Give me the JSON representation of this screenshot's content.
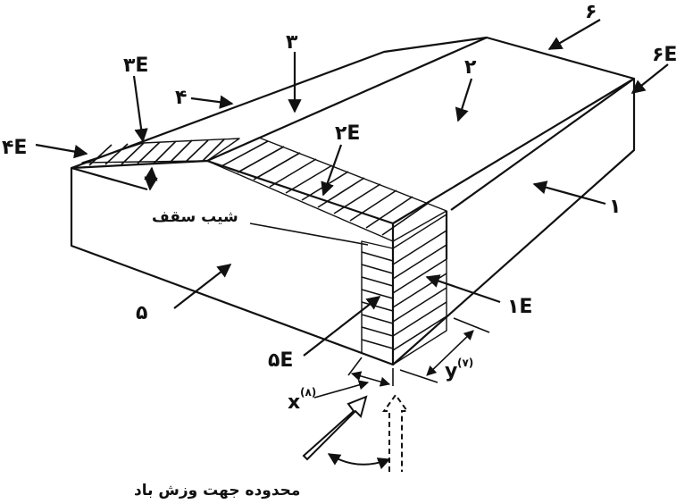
{
  "labels": {
    "wall_1": "۱",
    "roof_2": "۲",
    "roof_3": "۳",
    "gable_4": "۴",
    "gable_5": "۵",
    "end_6": "۶",
    "zone_1e": "۱E",
    "zone_2e": "۲E",
    "zone_3e": "۳E",
    "zone_4e": "۴E",
    "zone_5e": "۵E",
    "zone_6e": "۶E",
    "roof_slope": "شیب سقف",
    "dim_x": "x",
    "dim_x_note": "(۸)",
    "dim_y": "y",
    "dim_y_note": "(۷)",
    "wind_range": "محدوده جهت وزش باد"
  }
}
